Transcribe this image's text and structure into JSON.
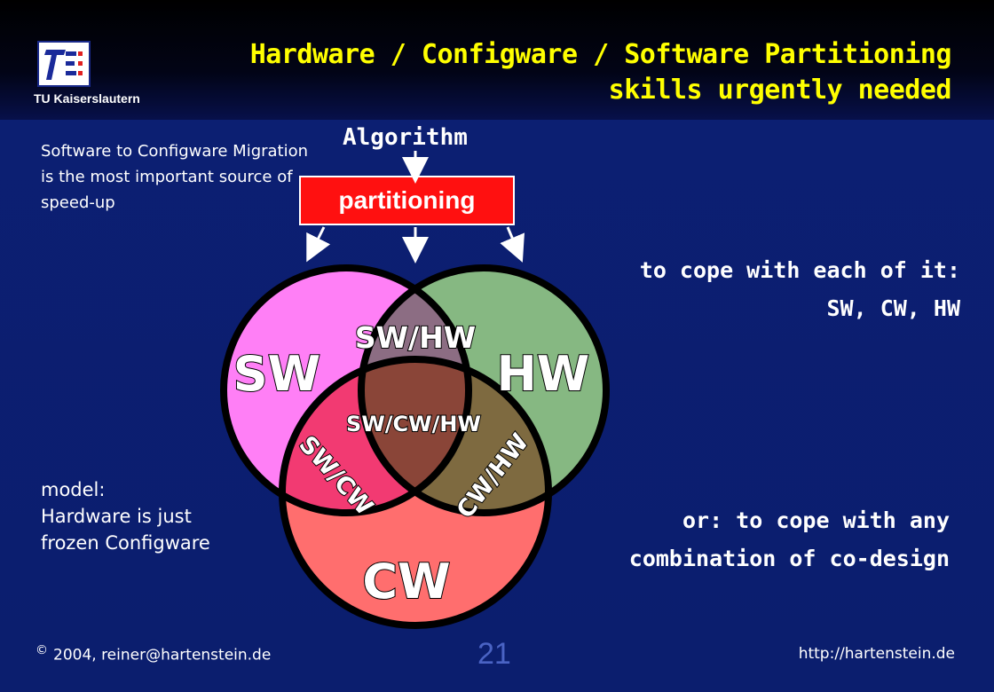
{
  "header": {
    "logo_text": "TU Kaiserslautern",
    "title_line1": "Hardware / Configware / Software Partitioning",
    "title_line2": "skills urgently needed"
  },
  "left_notes": {
    "migration": "Software to Configware Migration  is the most important source of speed-up",
    "model_line1": "model:",
    "model_line2": "Hardware is just",
    "model_line3": "frozen Configware"
  },
  "flow": {
    "input_label": "Algorithm",
    "process_label": "partitioning"
  },
  "venn": {
    "sw": "SW",
    "hw": "HW",
    "cw": "CW",
    "sw_hw": "SW/HW",
    "sw_cw": "SW/CW",
    "cw_hw": "CW/HW",
    "center": "SW/CW/HW",
    "colors": {
      "sw": "#ff7ff6",
      "hw": "#86b882",
      "cw": "#ff6e6e",
      "sw_hw": "#8c6d83",
      "sw_cw": "#f23a72",
      "cw_hw": "#7e6a40",
      "center": "#8a4538",
      "outline": "#000000"
    }
  },
  "right_notes": {
    "cope_each_line1": "to cope with each of it:",
    "cope_each_line2": "SW, CW, HW",
    "cope_any_line1": "or: to cope with any",
    "cope_any_line2": "combination of co-design"
  },
  "footer": {
    "copyright_symbol": "©",
    "left": "2004, reiner@hartenstein.de",
    "page_number": "21",
    "right": "http://hartenstein.de"
  }
}
